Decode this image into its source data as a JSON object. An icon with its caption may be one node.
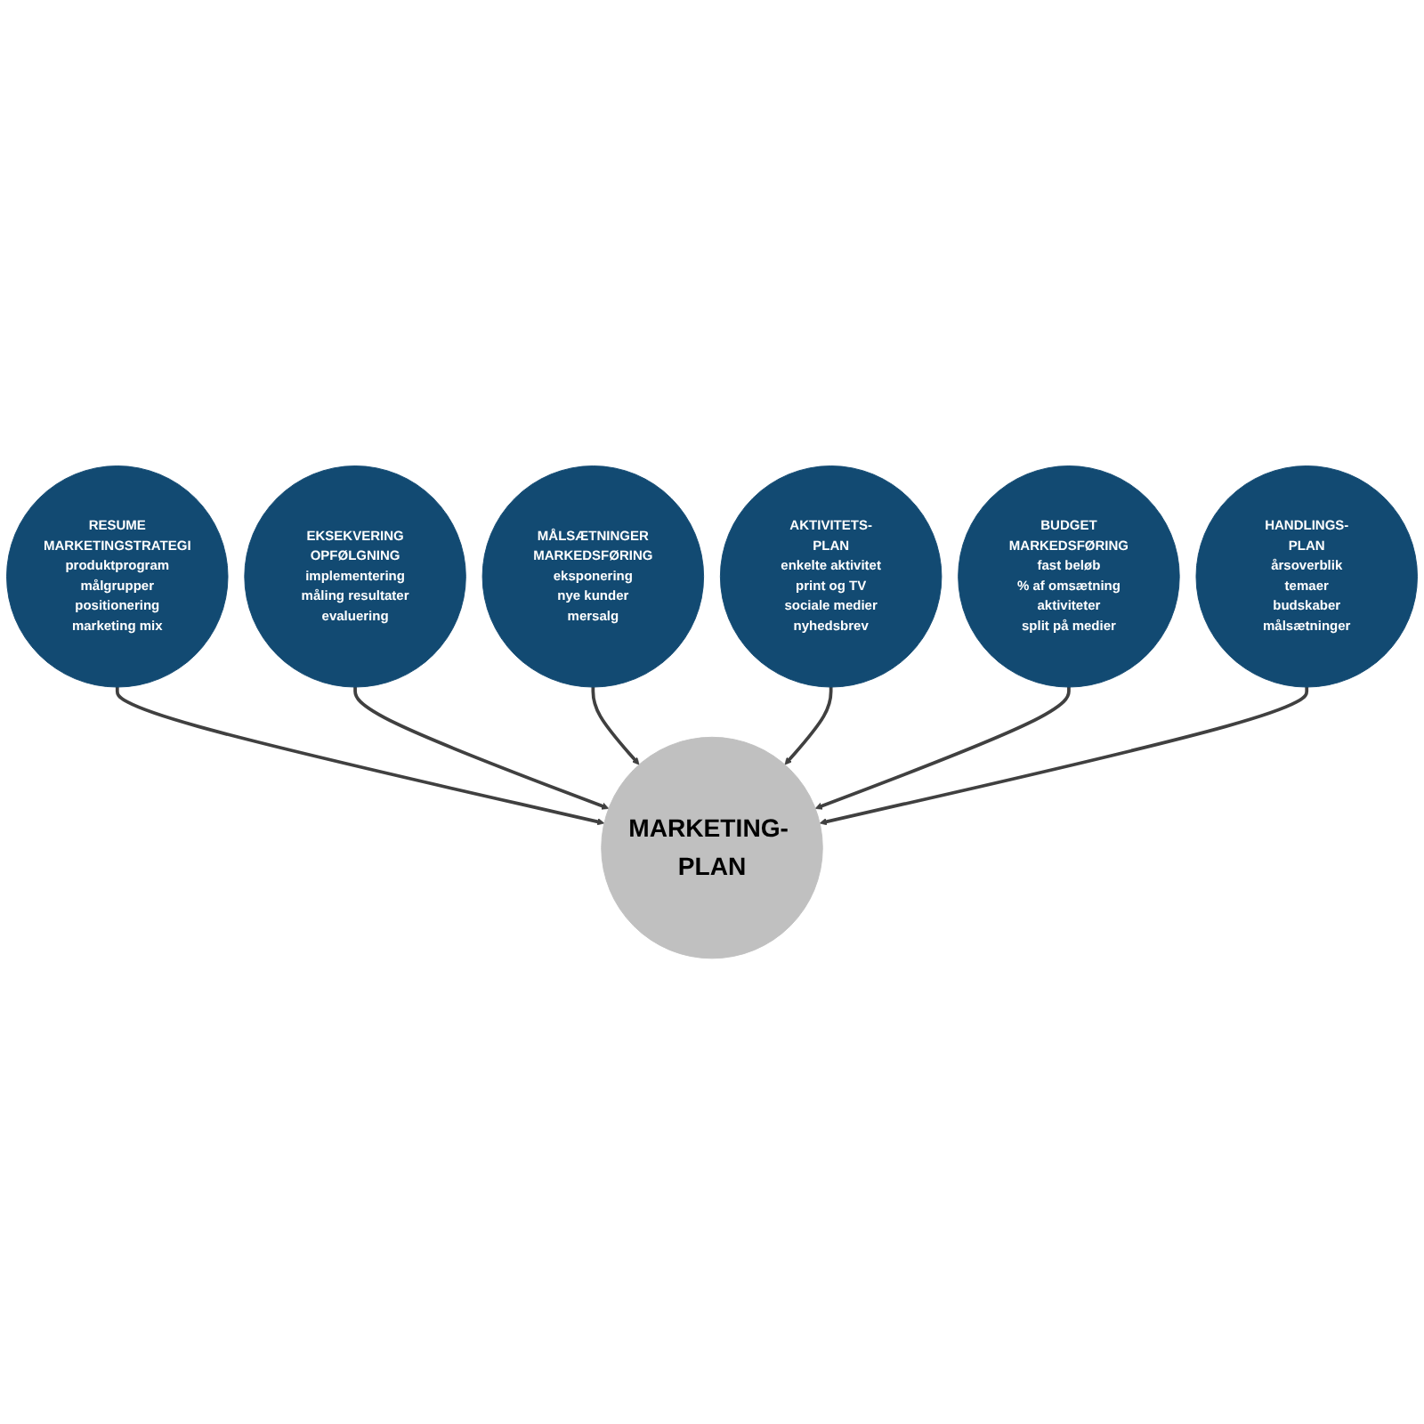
{
  "diagram": {
    "nodes": [
      {
        "text": [
          "RESUME MARKETINGSTRATEGI",
          "produktprogram",
          "målgrupper",
          "positionering",
          "marketing mix"
        ]
      },
      {
        "text": [
          "EKSEKVERING OPFØLGNING",
          "implementering",
          "måling resultater",
          "evaluering"
        ]
      },
      {
        "text": [
          "MÅLSÆTNINGER MARKEDSFØRING",
          "eksponering",
          "nye kunder",
          "mersalg"
        ]
      },
      {
        "text": [
          "MARKETING- PLAN"
        ]
      },
      {
        "text": [
          "AKTIVITETS- PLAN",
          "enkelte aktivitet",
          "print og TV",
          "sociale medier",
          "nyhedsbrev"
        ]
      },
      {
        "text": [
          "BUDGET MARKEDSFØRING",
          "fast beløb",
          "% af omsætning",
          "aktiviteter",
          "split på medier"
        ]
      },
      {
        "text": [
          "HANDLINGS- PLAN",
          "årsoverblik",
          "temaer",
          "budskaber",
          "målsætninger"
        ]
      }
    ],
    "edges": [
      {
        "from": 0,
        "to": 3,
        "arrow": "to"
      },
      {
        "from": 1,
        "to": 3,
        "arrow": "to"
      },
      {
        "from": 2,
        "to": 3,
        "arrow": "to"
      },
      {
        "from": 4,
        "to": 3,
        "arrow": "to"
      },
      {
        "from": 5,
        "to": 3,
        "arrow": "to"
      },
      {
        "from": 6,
        "to": 3,
        "arrow": "to"
      }
    ]
  }
}
